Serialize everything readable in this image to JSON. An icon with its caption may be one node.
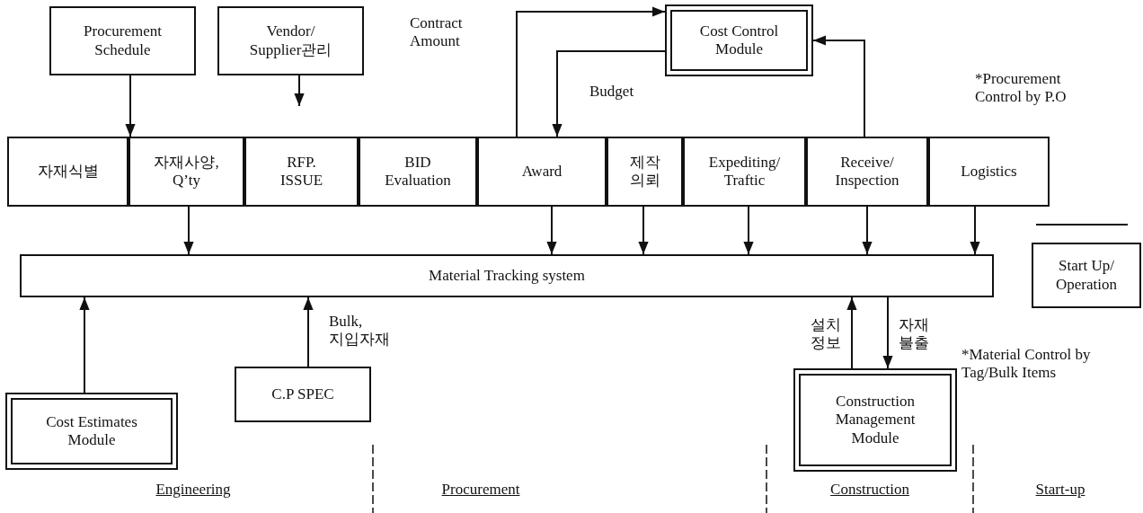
{
  "diagram": {
    "nodes": [
      {
        "text": [
          "Procurement Schedule"
        ]
      },
      {
        "text": [
          "Vendor/ Supplier관리"
        ]
      },
      {
        "text": [
          "Cost Control Module"
        ]
      },
      {
        "text": [
          "자재식별"
        ]
      },
      {
        "text": [
          "자재사양, Q’ty"
        ]
      },
      {
        "text": [
          "RFP. ISSUE"
        ]
      },
      {
        "text": [
          "BID Evaluation"
        ]
      },
      {
        "text": [
          "Award"
        ]
      },
      {
        "text": [
          "제작 의뢰"
        ]
      },
      {
        "text": [
          "Expediting/ Traftic"
        ]
      },
      {
        "text": [
          "Receive/ Inspection"
        ]
      },
      {
        "text": [
          "Logistics"
        ]
      },
      {
        "text": [
          "Material Tracking system"
        ]
      },
      {
        "text": [
          "Start Up/ Operation"
        ]
      },
      {
        "text": [
          "Cost Estimates Module"
        ]
      },
      {
        "text": [
          "C.P SPEC"
        ]
      },
      {
        "text": [
          "Construction Management Module"
        ]
      }
    ],
    "edges": [
      {
        "from": 0,
        "to": 4,
        "arrow": "to"
      },
      {
        "from": 1,
        "to": null,
        "arrow": "to"
      },
      {
        "from": 7,
        "to": 2,
        "arrow": "to",
        "label": "Contract Amount"
      },
      {
        "from": 2,
        "to": 7,
        "arrow": "to",
        "label": "Budget"
      },
      {
        "from": 10,
        "to": 2,
        "arrow": "to"
      },
      {
        "from": 4,
        "to": 12,
        "arrow": "to"
      },
      {
        "from": 7,
        "to": 12,
        "arrow": "to"
      },
      {
        "from": 8,
        "to": 12,
        "arrow": "to"
      },
      {
        "from": 9,
        "to": 12,
        "arrow": "to"
      },
      {
        "from": 10,
        "to": 12,
        "arrow": "to"
      },
      {
        "from": 11,
        "to": 12,
        "arrow": "to"
      },
      {
        "from": 14,
        "to": 12,
        "arrow": "to"
      },
      {
        "from": 15,
        "to": 12,
        "arrow": "to",
        "label": "Bulk, 지입자재"
      },
      {
        "from": 16,
        "to": 12,
        "arrow": "to",
        "label": "설치 정보"
      },
      {
        "from": 12,
        "to": 16,
        "arrow": "to",
        "label": "자재 불출"
      }
    ],
    "labels": [
      "*Procurement Control by P.O",
      "*Material Control by Tag/Bulk Items",
      "Engineering",
      "Procurement",
      "Construction",
      "Start-up"
    ]
  }
}
